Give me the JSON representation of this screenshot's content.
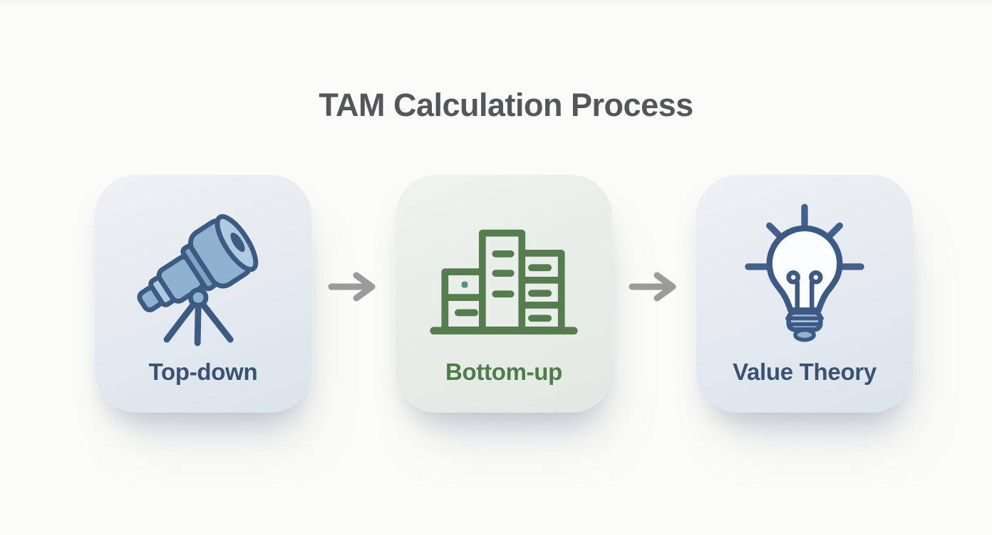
{
  "title": "TAM Calculation Process",
  "process": {
    "steps": [
      {
        "label": "Top-down",
        "icon": "telescope-icon",
        "label_color": "#3a5174",
        "card_bg": "#e2e8ee"
      },
      {
        "label": "Bottom-up",
        "icon": "city-buildings-icon",
        "label_color": "#4e7d45",
        "card_bg": "#e6ebe6"
      },
      {
        "label": "Value Theory",
        "icon": "lightbulb-icon",
        "label_color": "#3a5174",
        "card_bg": "#e2e8ee"
      }
    ],
    "connector": "right-arrow"
  },
  "colors": {
    "page_background": "#fbfbf9",
    "title_text": "#55565b",
    "arrow_gray": "#9b9b9b",
    "icon_navy_outline": "#3c5a82",
    "icon_blue_fill": "#8fb2d0",
    "icon_blue_light": "#aecbe2",
    "icon_green": "#567d4e",
    "teal_window_dot": "#4d9488"
  }
}
